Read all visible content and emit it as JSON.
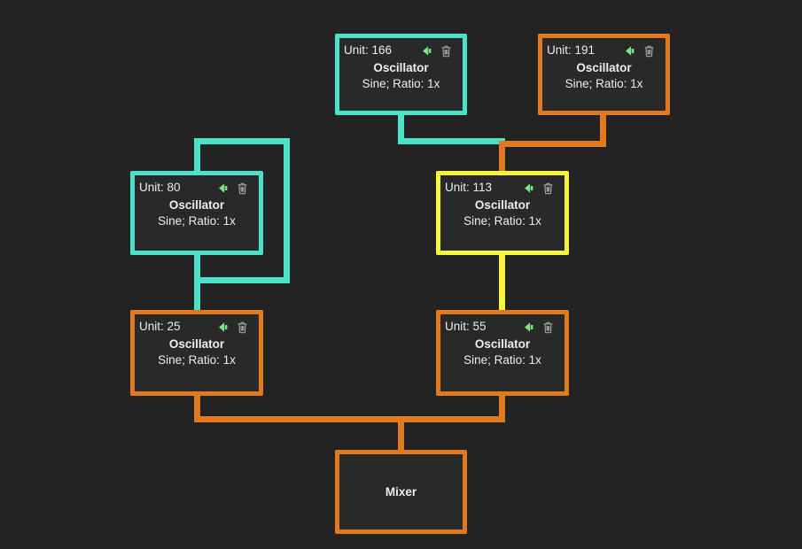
{
  "colors": {
    "bg": "#232323",
    "node_bg": "#292929",
    "teal": "#4BE3C8",
    "orange": "#E1791F",
    "yellow": "#F7F53B",
    "icon_green": "#7DE383",
    "icon_gray": "#A3A3A3",
    "text": "#EDEDED"
  },
  "nodes": [
    {
      "id": "oscillator-166",
      "unit_label": "Unit: 166",
      "title": "Oscillator",
      "subtitle": "Sine; Ratio: 1x",
      "border_color": "teal",
      "icons": [
        "speaker-icon",
        "trash-icon"
      ]
    },
    {
      "id": "oscillator-191",
      "unit_label": "Unit: 191",
      "title": "Oscillator",
      "subtitle": "Sine; Ratio: 1x",
      "border_color": "orange",
      "icons": [
        "speaker-icon",
        "trash-icon"
      ]
    },
    {
      "id": "oscillator-80",
      "unit_label": "Unit: 80",
      "title": "Oscillator",
      "subtitle": "Sine; Ratio: 1x",
      "border_color": "teal",
      "icons": [
        "speaker-icon",
        "trash-icon"
      ]
    },
    {
      "id": "oscillator-113",
      "unit_label": "Unit: 113",
      "title": "Oscillator",
      "subtitle": "Sine; Ratio: 1x",
      "border_color": "yellow",
      "icons": [
        "speaker-icon",
        "trash-icon"
      ]
    },
    {
      "id": "oscillator-25",
      "unit_label": "Unit: 25",
      "title": "Oscillator",
      "subtitle": "Sine; Ratio: 1x",
      "border_color": "orange",
      "icons": [
        "speaker-icon",
        "trash-icon"
      ]
    },
    {
      "id": "oscillator-55",
      "unit_label": "Unit: 55",
      "title": "Oscillator",
      "subtitle": "Sine; Ratio: 1x",
      "border_color": "orange",
      "icons": [
        "speaker-icon",
        "trash-icon"
      ]
    },
    {
      "id": "mixer",
      "title": "Mixer",
      "border_color": "orange",
      "icons": []
    }
  ],
  "edges": [
    {
      "from": "oscillator-166",
      "to": "oscillator-113",
      "color": "teal"
    },
    {
      "from": "oscillator-191",
      "to": "oscillator-113",
      "color": "orange"
    },
    {
      "from": "oscillator-80",
      "to": "oscillator-80",
      "color": "teal"
    },
    {
      "from": "oscillator-80",
      "to": "oscillator-25",
      "color": "teal"
    },
    {
      "from": "oscillator-113",
      "to": "oscillator-55",
      "color": "yellow"
    },
    {
      "from": "oscillator-25",
      "to": "mixer",
      "color": "orange"
    },
    {
      "from": "oscillator-55",
      "to": "mixer",
      "color": "orange"
    }
  ]
}
